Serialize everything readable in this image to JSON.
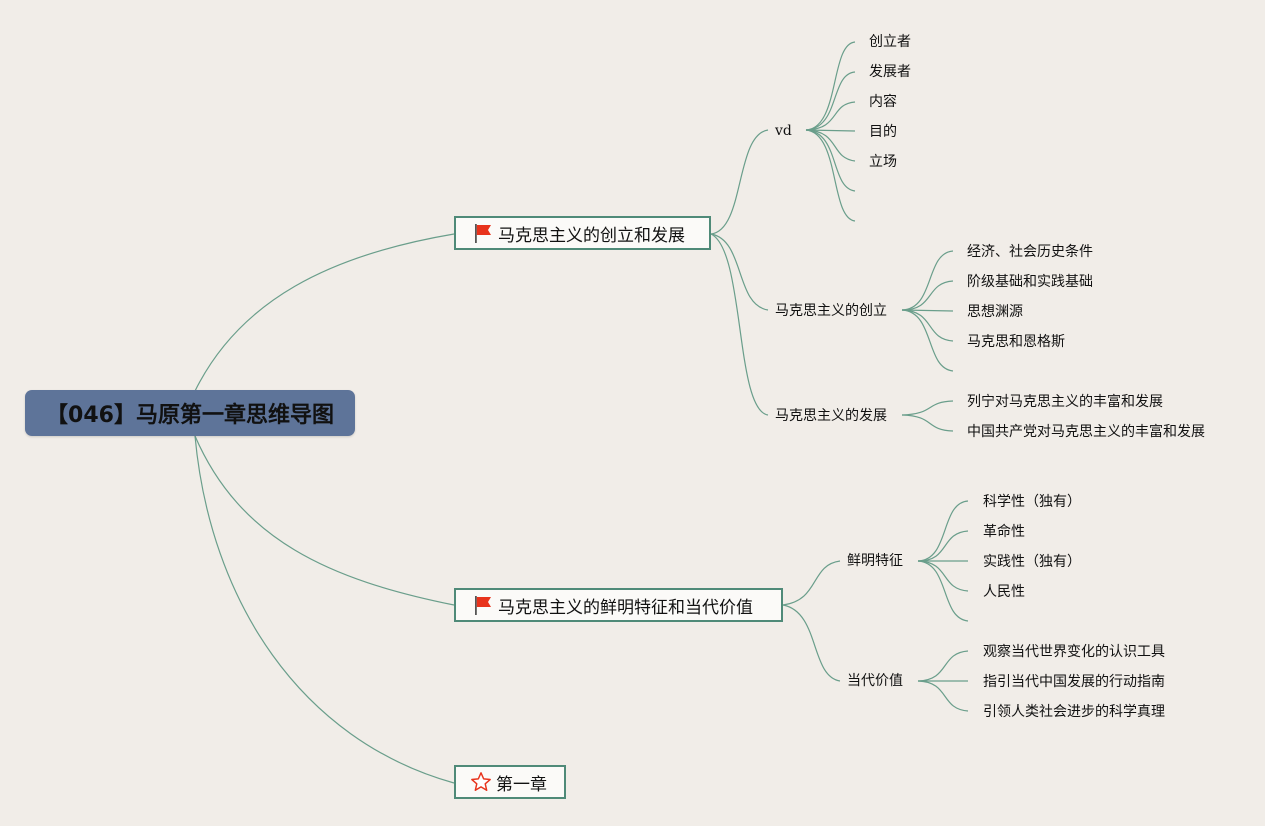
{
  "root": {
    "title": "【046】马原第一章思维导图"
  },
  "branches": [
    {
      "label": "马克思主义的创立和发展",
      "icon": "red-flag-icon",
      "children": [
        {
          "label": "vd",
          "leaves": [
            "创立者",
            "发展者",
            "内容",
            "目的",
            "立场",
            "",
            ""
          ]
        },
        {
          "label": "马克思主义的创立",
          "leaves": [
            "经济、社会历史条件",
            "阶级基础和实践基础",
            "思想渊源",
            "马克思和恩格斯",
            ""
          ]
        },
        {
          "label": "马克思主义的发展",
          "leaves": [
            "列宁对马克思主义的丰富和发展",
            "中国共产党对马克思主义的丰富和发展"
          ]
        }
      ]
    },
    {
      "label": "马克思主义的鲜明特征和当代价值",
      "icon": "red-flag-icon",
      "children": [
        {
          "label": "鲜明特征",
          "leaves": [
            "科学性（独有）",
            "革命性",
            "实践性（独有）",
            "人民性",
            ""
          ]
        },
        {
          "label": "当代价值",
          "leaves": [
            "观察当代世界变化的认识工具",
            "指引当代中国发展的行动指南",
            "引领人类社会进步的科学真理"
          ]
        }
      ]
    },
    {
      "label": "第一章",
      "icon": "star-outline-icon",
      "children": []
    }
  ],
  "colors": {
    "connector": "#5f9a86",
    "root_fill": "#5e7499",
    "background": "#f1ede8",
    "flag": "#e8331c"
  }
}
